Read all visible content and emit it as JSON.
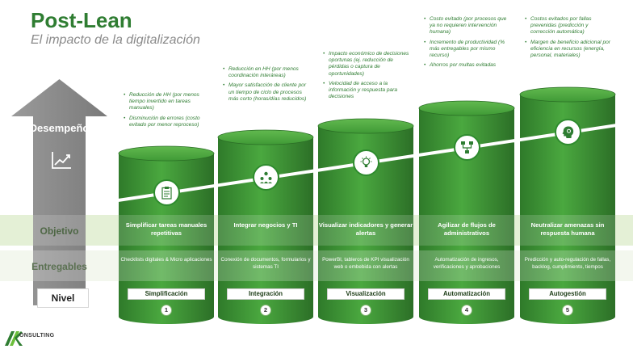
{
  "header": {
    "title": "Post-Lean",
    "subtitle": "El impacto de la digitalización"
  },
  "arrow": {
    "label": "Desempeño",
    "icon": "trend-chart-icon"
  },
  "rows": {
    "objetivo": "Objetivo",
    "entregables": "Entregables",
    "nivel": "Nivel"
  },
  "colors": {
    "brand_green": "#2f7d32",
    "cylinder_green": "#3f9a36",
    "arrow_gray": "#8c8c8c"
  },
  "stages": [
    {
      "number": "1",
      "level": "Simplificación",
      "objective": "Simplificar tareas manuales repetitivas",
      "deliverables": "Checklists digitales & Micro aplicaciones",
      "icon": "clipboard-checklist-icon",
      "benefits": [
        "Reducción de HH (por menos tiempo invertido en tareas manuales)",
        "Disminución de errores (costo evitado por menor reproceso)"
      ]
    },
    {
      "number": "2",
      "level": "Integración",
      "objective": "Integrar negocios y TI",
      "deliverables": "Conexión de documentos, formularios y sistemas TI",
      "icon": "team-network-icon",
      "benefits": [
        "Reducción en HH (por menos coordinación interáreas)",
        "Mayor satisfacción de cliente por un tiempo de ciclo de procesos más corto (horas/días reducidos)"
      ]
    },
    {
      "number": "3",
      "level": "Visualización",
      "objective": "Visualizar indicadores y generar alertas",
      "deliverables": "PowerBI, tableros de KPI visualización web o embebida con alertas",
      "icon": "lightbulb-icon",
      "benefits": [
        "Impacto económico de decisiones oportunas (ej. reducción de pérdidas o captura de oportunidades)",
        "Velocidad de acceso a la información y respuesta para decisiones"
      ]
    },
    {
      "number": "4",
      "level": "Automatización",
      "objective": "Agilizar de flujos de administrativos",
      "deliverables": "Automatización de ingresos, verificaciones y aprobaciones",
      "icon": "automation-flow-icon",
      "benefits": [
        "Costo evitado (por procesos que ya no requieren intervención humana)",
        "Incremento de productividad (% más entregables por mismo recurso)",
        "Ahorros por multas evitadas"
      ]
    },
    {
      "number": "5",
      "level": "Autogestión",
      "objective": "Neutralizar amenazas sin respuesta humana",
      "deliverables": "Predicción y auto-regulación de fallas, backlog, cumplimiento, tiempos",
      "icon": "ai-brain-head-icon",
      "benefits": [
        "Costos evitados por fallas prevenidas (predicción y corrección automática)",
        "Margen de beneficio adicional por eficiencia en recursos (energía, personal, materiales)"
      ]
    }
  ],
  "logo": {
    "mark": "AK",
    "text": "ONSULTING"
  }
}
